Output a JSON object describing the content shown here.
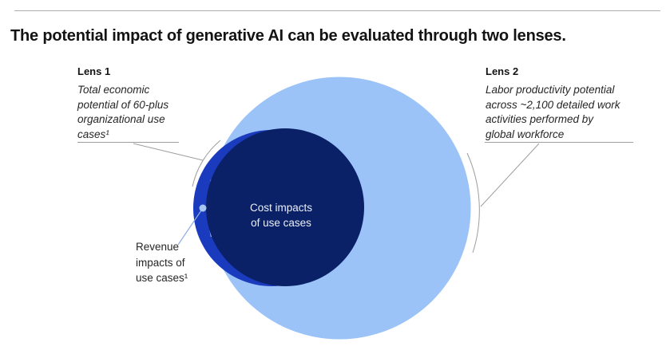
{
  "page": {
    "title": "The potential impact of generative AI can be evaluated through two lenses."
  },
  "lens1": {
    "heading": "Lens 1",
    "description": "Total economic\npotential of 60-plus\norganizational use\ncases¹"
  },
  "lens2": {
    "heading": "Lens 2",
    "description": "Labor productivity potential\nacross ~2,100 detailed work\nactivities performed by\nglobal workforce"
  },
  "diagram": {
    "type": "euler-venn",
    "cost_circle_label": "Cost impacts\nof use cases",
    "revenue_label": "Revenue\nimpacts of\nuse cases¹",
    "sets": [
      {
        "name": "Lens 1 circle",
        "meaning": "Total economic potential of 60-plus organizational use cases",
        "color": "#1B3BBE"
      },
      {
        "name": "Lens 2 circle",
        "meaning": "Labor productivity potential across ~2,100 detailed work activities performed by global workforce",
        "color": "#9CC3F8"
      },
      {
        "name": "Cost impacts circle",
        "meaning": "Cost impacts of use cases (overlap region)",
        "color": "#0A2167"
      }
    ],
    "colors": {
      "light_blue": "#9CC3F8",
      "royal_blue": "#1B3BBE",
      "navy": "#0A2167",
      "dot": "#A6C6F1",
      "dot_line": "#90AFE4",
      "connector_gray": "#9e9e9e",
      "top_rule": "#aeaeae",
      "faint_edge": "#BCD1F4"
    }
  }
}
